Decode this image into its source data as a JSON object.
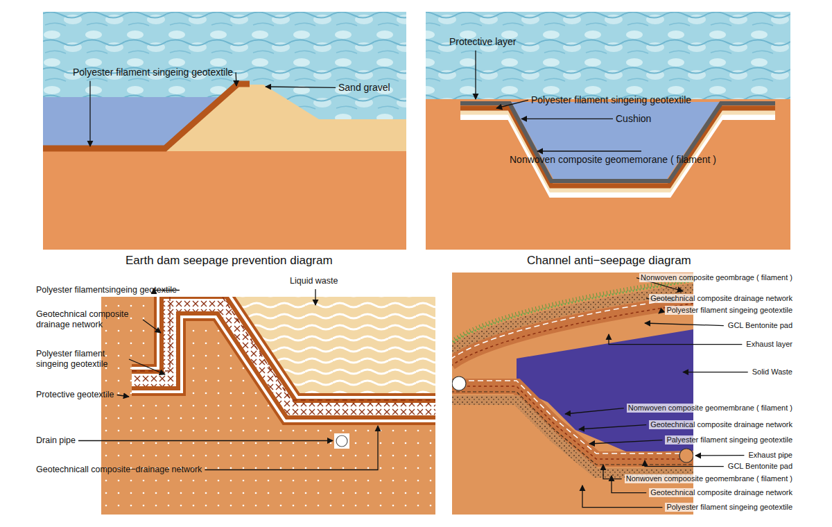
{
  "diagram": {
    "labels": [
      "Polyester filament singeing geotextile",
      "Sand gravel",
      "Protective layer",
      "Polyester filament singeing geotextile",
      "Cushion",
      "Nonwoven composite geomemorane ( filament )",
      "Earth dam seepage prevention diagram",
      "Channel anti−seepage diagram",
      "Polyester filamentsingeing geotextile",
      "Liquid waste",
      "Geotechnical composite drainage network",
      "Polyester filament singeing geotextile",
      "Protective geotextile",
      "Drain pipe",
      "Geotechnicall composite−drainage network",
      "Nonwoven composite geombrage ( filament )",
      "Geotechnical composite drainage network",
      "Polyester filament singeing geotextile",
      "GCL Bentonite pad",
      "Exhaust layer",
      "Solid Waste",
      "Nomwoven composite geomembrane ( filament )",
      "Geotechnical composite drainage network",
      "Palyester filament singeing geotextile",
      "Exhaust pipe",
      "GCL Bentonite pad",
      "Nonwoven compoosite geomembrane ( filament )",
      "Geotechnical composite drainage network",
      "Polyester filament singeing geotextile"
    ]
  }
}
